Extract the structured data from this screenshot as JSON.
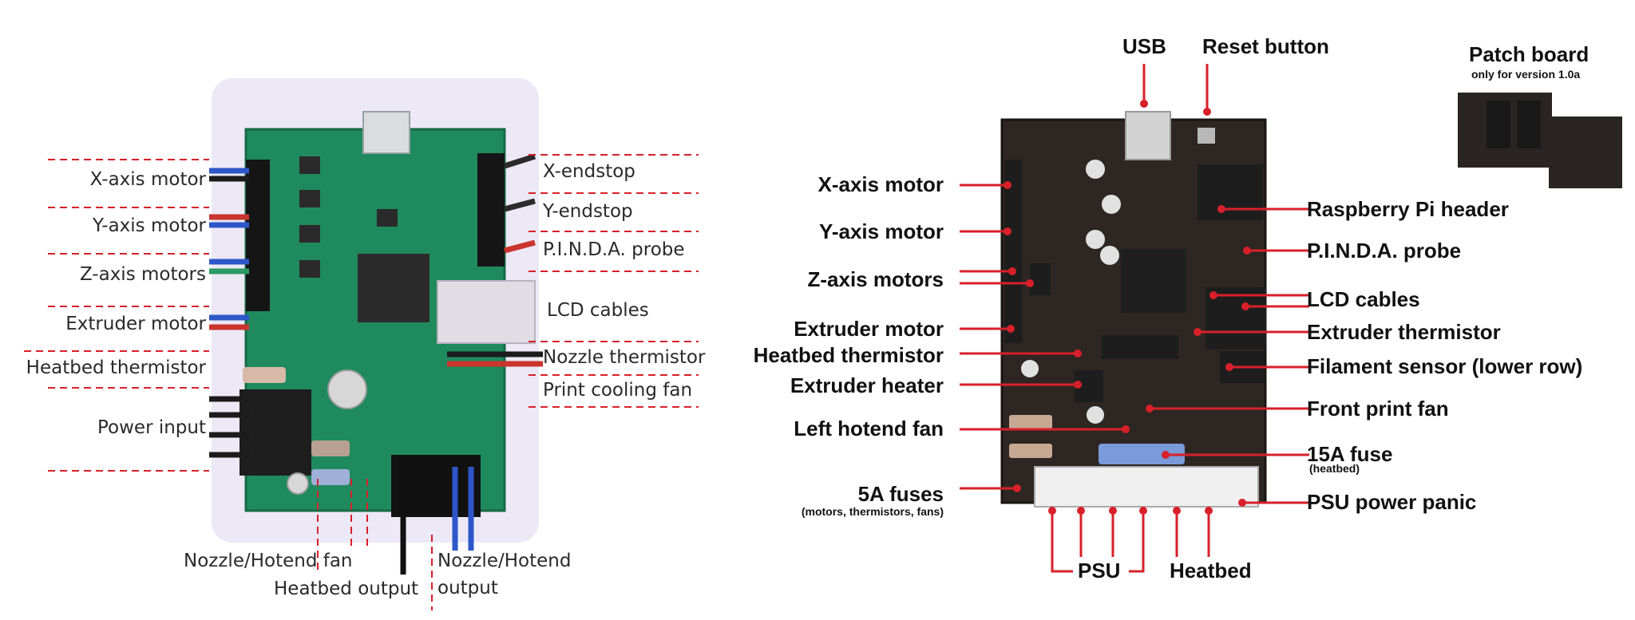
{
  "left_diagram": {
    "labels": {
      "x_axis_motor": "X-axis motor",
      "y_axis_motor": "Y-axis motor",
      "z_axis_motors": "Z-axis motors",
      "extruder_motor": "Extruder motor",
      "heatbed_thermistor": "Heatbed thermistor",
      "power_input": "Power input",
      "x_endstop": "X-endstop",
      "y_endstop": "Y-endstop",
      "pinda_probe": "P.I.N.D.A. probe",
      "lcd_cables": "LCD cables",
      "nozzle_thermistor": "Nozzle thermistor",
      "print_cooling_fan": "Print cooling fan",
      "nozzle_hotend_fan": "Nozzle/Hotend  fan",
      "heatbed_output": "Heatbed output",
      "nozzle_hotend_output_1": "Nozzle/Hotend",
      "nozzle_hotend_output_2": "output"
    }
  },
  "right_diagram": {
    "labels": {
      "usb": "USB",
      "reset_button": "Reset button",
      "patch_board": "Patch board",
      "patch_board_note": "only for version 1.0a",
      "x_axis_motor": "X-axis motor",
      "y_axis_motor": "Y-axis motor",
      "z_axis_motors": "Z-axis motors",
      "extruder_motor": "Extruder motor",
      "heatbed_thermistor": "Heatbed thermistor",
      "extruder_heater": "Extruder heater",
      "left_hotend_fan": "Left hotend fan",
      "fuses_5a": "5A fuses",
      "fuses_5a_note": "(motors, thermistors, fans)",
      "raspberry_pi_header": "Raspberry Pi header",
      "pinda_probe": "P.I.N.D.A. probe",
      "lcd_cables": "LCD cables",
      "extruder_thermistor": "Extruder thermistor",
      "filament_sensor": "Filament sensor (lower row)",
      "front_print_fan": "Front print fan",
      "fuse_15a": "15A fuse",
      "fuse_15a_note": "(heatbed)",
      "psu_power_panic": "PSU power panic",
      "psu": "PSU",
      "heatbed": "Heatbed"
    }
  },
  "colors": {
    "callout_red": "#d8202a",
    "left_board_green": "#1f8a5e",
    "right_board_dark": "#2e2622",
    "left_background_lilac": "#ece8f6"
  }
}
